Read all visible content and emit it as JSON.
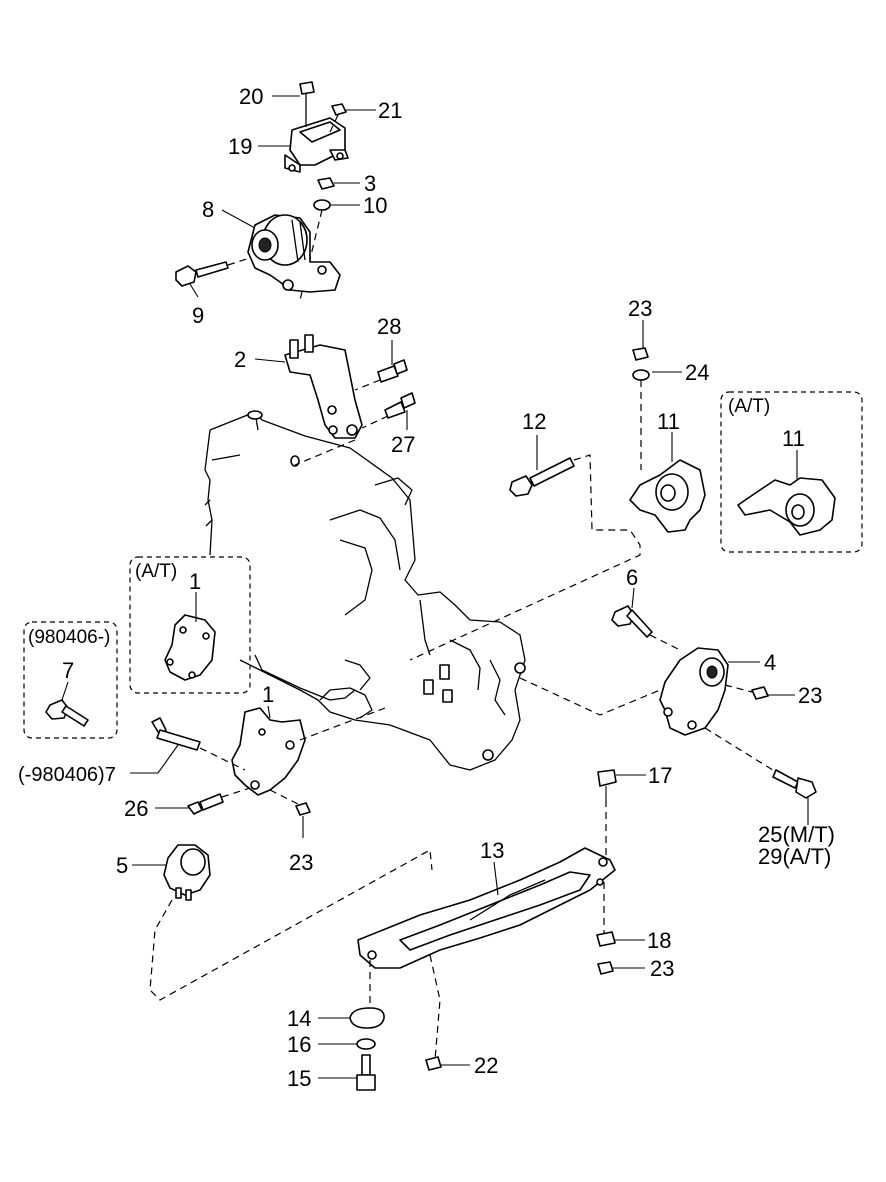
{
  "callouts": [
    {
      "id": "c20",
      "text": "20"
    },
    {
      "id": "c21",
      "text": "21"
    },
    {
      "id": "c19",
      "text": "19"
    },
    {
      "id": "c3",
      "text": "3"
    },
    {
      "id": "c8",
      "text": "8"
    },
    {
      "id": "c10",
      "text": "10"
    },
    {
      "id": "c9",
      "text": "9"
    },
    {
      "id": "c28",
      "text": "28"
    },
    {
      "id": "c2",
      "text": "2"
    },
    {
      "id": "c27",
      "text": "27"
    },
    {
      "id": "c23a",
      "text": "23"
    },
    {
      "id": "c24",
      "text": "24"
    },
    {
      "id": "c12",
      "text": "12"
    },
    {
      "id": "c11a",
      "text": "11"
    },
    {
      "id": "c11b",
      "text": "11"
    },
    {
      "id": "c6",
      "text": "6"
    },
    {
      "id": "c4",
      "text": "4"
    },
    {
      "id": "c23b",
      "text": "23"
    },
    {
      "id": "c1a",
      "text": "1"
    },
    {
      "id": "c7a",
      "text": "7"
    },
    {
      "id": "c1b",
      "text": "1"
    },
    {
      "id": "c7b",
      "text": "(-980406)7"
    },
    {
      "id": "c26",
      "text": "26"
    },
    {
      "id": "c23c",
      "text": "23"
    },
    {
      "id": "c5",
      "text": "5"
    },
    {
      "id": "c17",
      "text": "17"
    },
    {
      "id": "c25",
      "text": "25(M/T)"
    },
    {
      "id": "c29",
      "text": "29(A/T)"
    },
    {
      "id": "c13",
      "text": "13"
    },
    {
      "id": "c18",
      "text": "18"
    },
    {
      "id": "c23d",
      "text": "23"
    },
    {
      "id": "c14",
      "text": "14"
    },
    {
      "id": "c16",
      "text": "16"
    },
    {
      "id": "c15",
      "text": "15"
    },
    {
      "id": "c22",
      "text": "22"
    }
  ],
  "variant_boxes": {
    "at_box_1": "(A/T)",
    "at_box_11": "(A/T)",
    "date_box_7": "(980406-)"
  }
}
